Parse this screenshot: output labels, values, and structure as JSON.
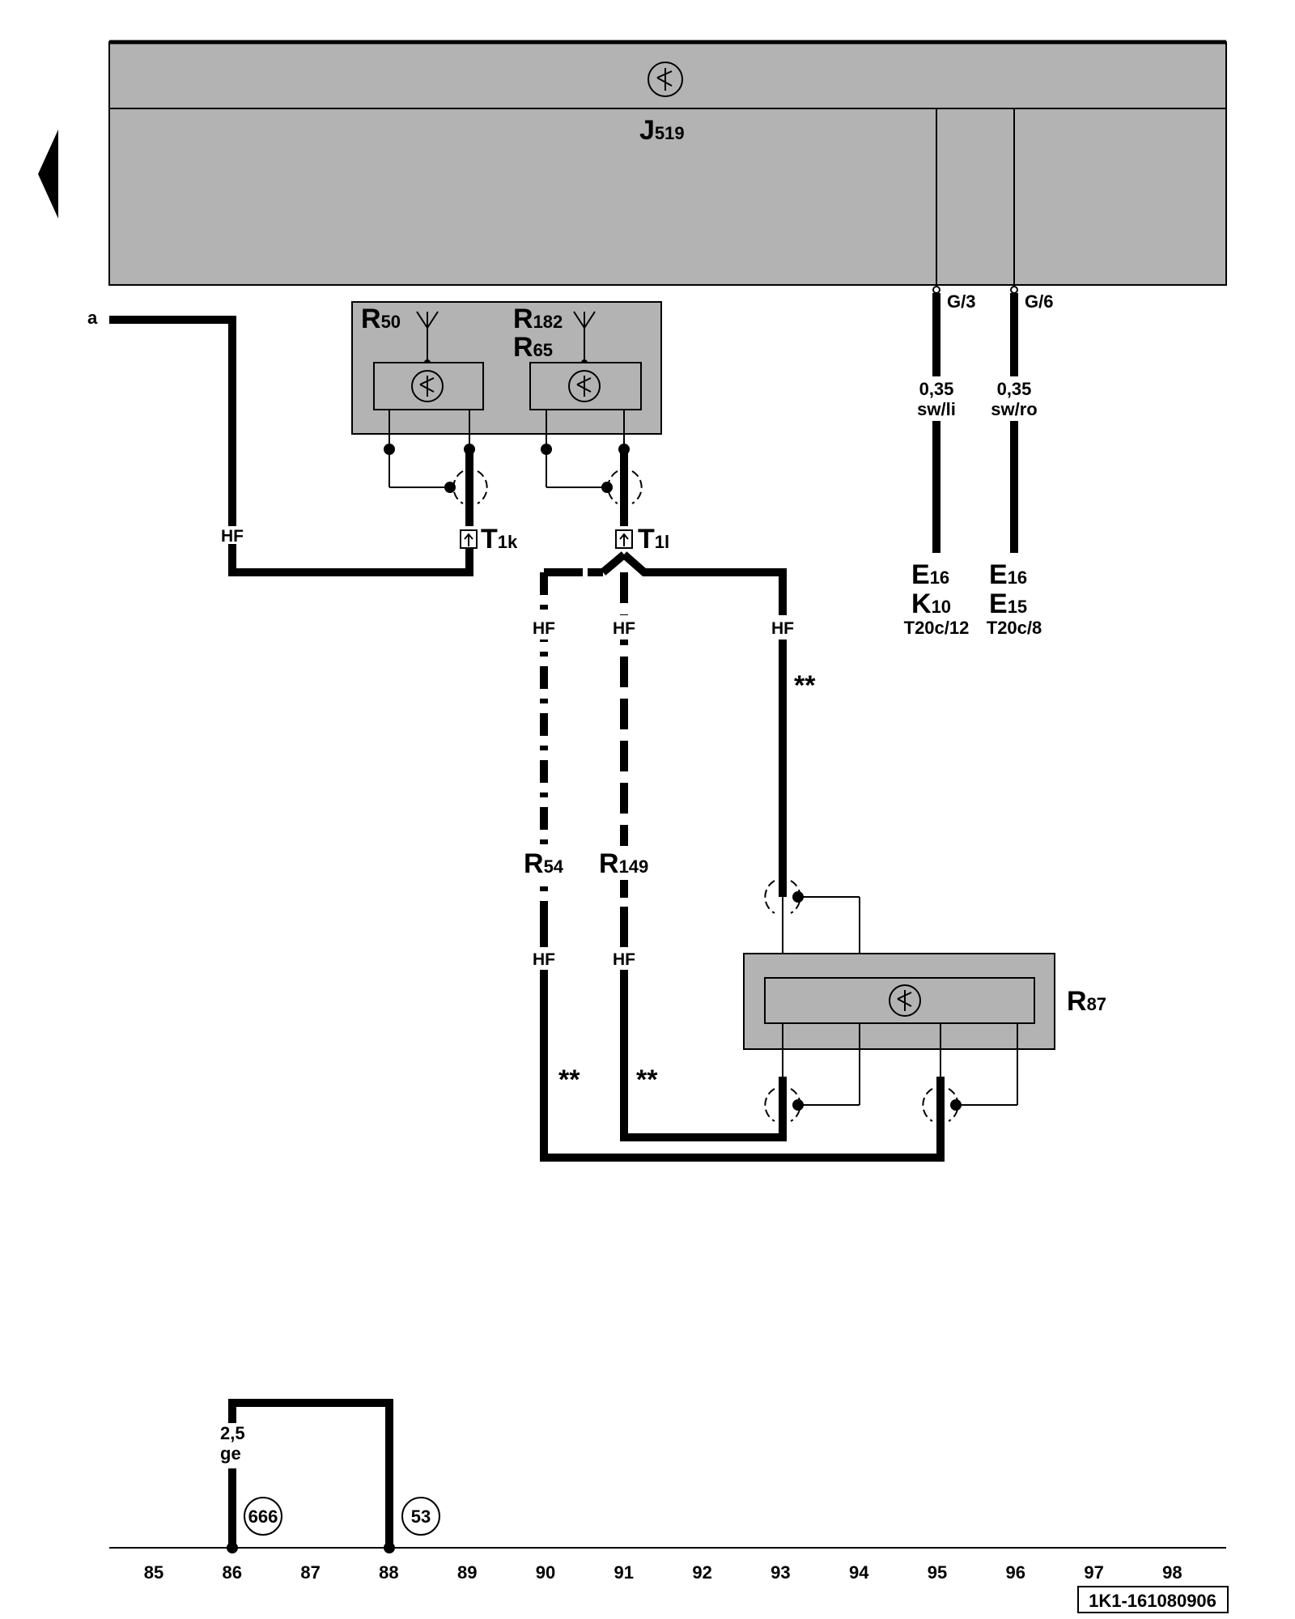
{
  "modules": {
    "j519": {
      "label": "J",
      "sub": "519"
    },
    "r50": {
      "label": "R",
      "sub": "50"
    },
    "r182": {
      "label": "R",
      "sub": "182"
    },
    "r65": {
      "label": "R",
      "sub": "65"
    },
    "r87": {
      "label": "R",
      "sub": "87"
    }
  },
  "connectors": {
    "t1k": {
      "label": "T",
      "sub": "1k"
    },
    "t1l": {
      "label": "T",
      "sub": "1l"
    }
  },
  "pins": {
    "g3": "G/3",
    "g6": "G/6"
  },
  "wires": {
    "w95_size": "0,35",
    "w95_color": "sw/li",
    "w96_size": "0,35",
    "w96_color": "sw/ro",
    "w86_size": "2,5",
    "w86_color": "ge"
  },
  "targets": {
    "c95": {
      "l1": "E",
      "s1": "16",
      "l2": "K",
      "s2": "10",
      "ref": "T20c/12"
    },
    "c96": {
      "l1": "E",
      "s1": "16",
      "l2": "E",
      "s2": "15",
      "ref": "T20c/8"
    }
  },
  "cables": {
    "hf": "HF",
    "r54": {
      "label": "R",
      "sub": "54"
    },
    "r149": {
      "label": "R",
      "sub": "149"
    },
    "note": "**"
  },
  "cross_ref": "a",
  "grounds": {
    "g666": "666",
    "g53": "53"
  },
  "track_numbers": [
    "85",
    "86",
    "87",
    "88",
    "89",
    "90",
    "91",
    "92",
    "93",
    "94",
    "95",
    "96",
    "97",
    "98"
  ],
  "doc_id": "1K1-161080906"
}
